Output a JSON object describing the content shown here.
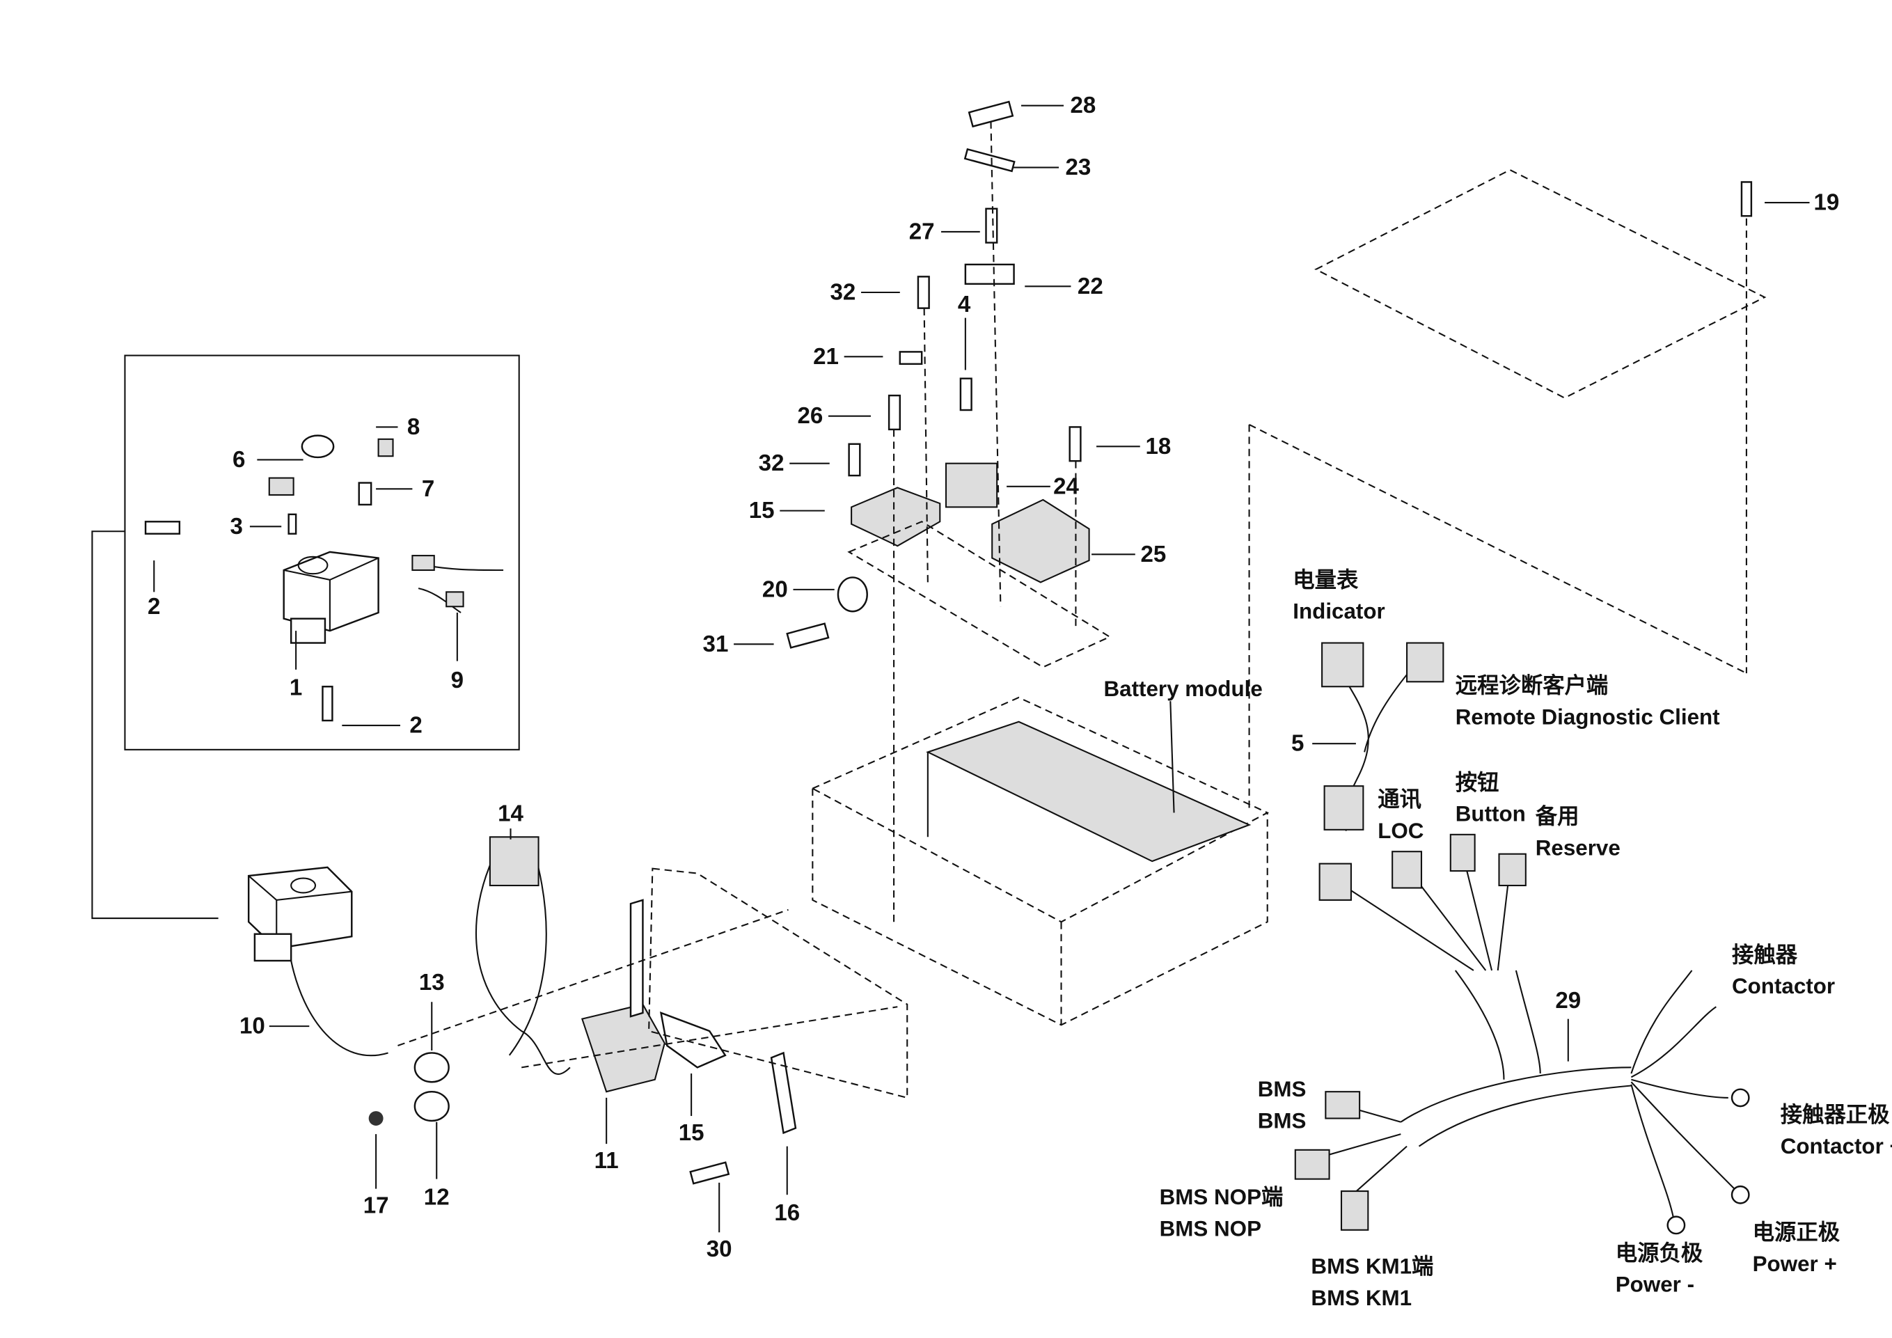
{
  "diagram": {
    "callouts": [
      "28",
      "23",
      "27",
      "22",
      "32",
      "4",
      "21",
      "26",
      "32",
      "18",
      "24",
      "15",
      "25",
      "20",
      "31",
      "19",
      "8",
      "6",
      "7",
      "3",
      "2",
      "1",
      "9",
      "2",
      "14",
      "13",
      "10",
      "17",
      "12",
      "11",
      "15",
      "30",
      "16",
      "5",
      "29"
    ],
    "battery_module_label": "Battery module",
    "harness_labels": [
      {
        "cn": "电量表",
        "en": "Indicator"
      },
      {
        "cn": "远程诊断客户端",
        "en": "Remote Diagnostic Client"
      },
      {
        "cn": "通讯",
        "en": "LOC"
      },
      {
        "cn": "按钮",
        "en": "Button"
      },
      {
        "cn": "备用",
        "en": "Reserve"
      },
      {
        "cn": "接触器",
        "en": "Contactor"
      },
      {
        "cn": "接触器正极",
        "en": "Contactor +"
      },
      {
        "cn": "电源正极",
        "en": "Power +"
      },
      {
        "cn": "电源负极",
        "en": "Power -"
      },
      {
        "cn": "BMS KM1端",
        "en": "BMS KM1"
      },
      {
        "cn": "BMS NOP端",
        "en": "BMS NOP"
      },
      {
        "cn": "BMS",
        "en": "BMS"
      }
    ]
  }
}
